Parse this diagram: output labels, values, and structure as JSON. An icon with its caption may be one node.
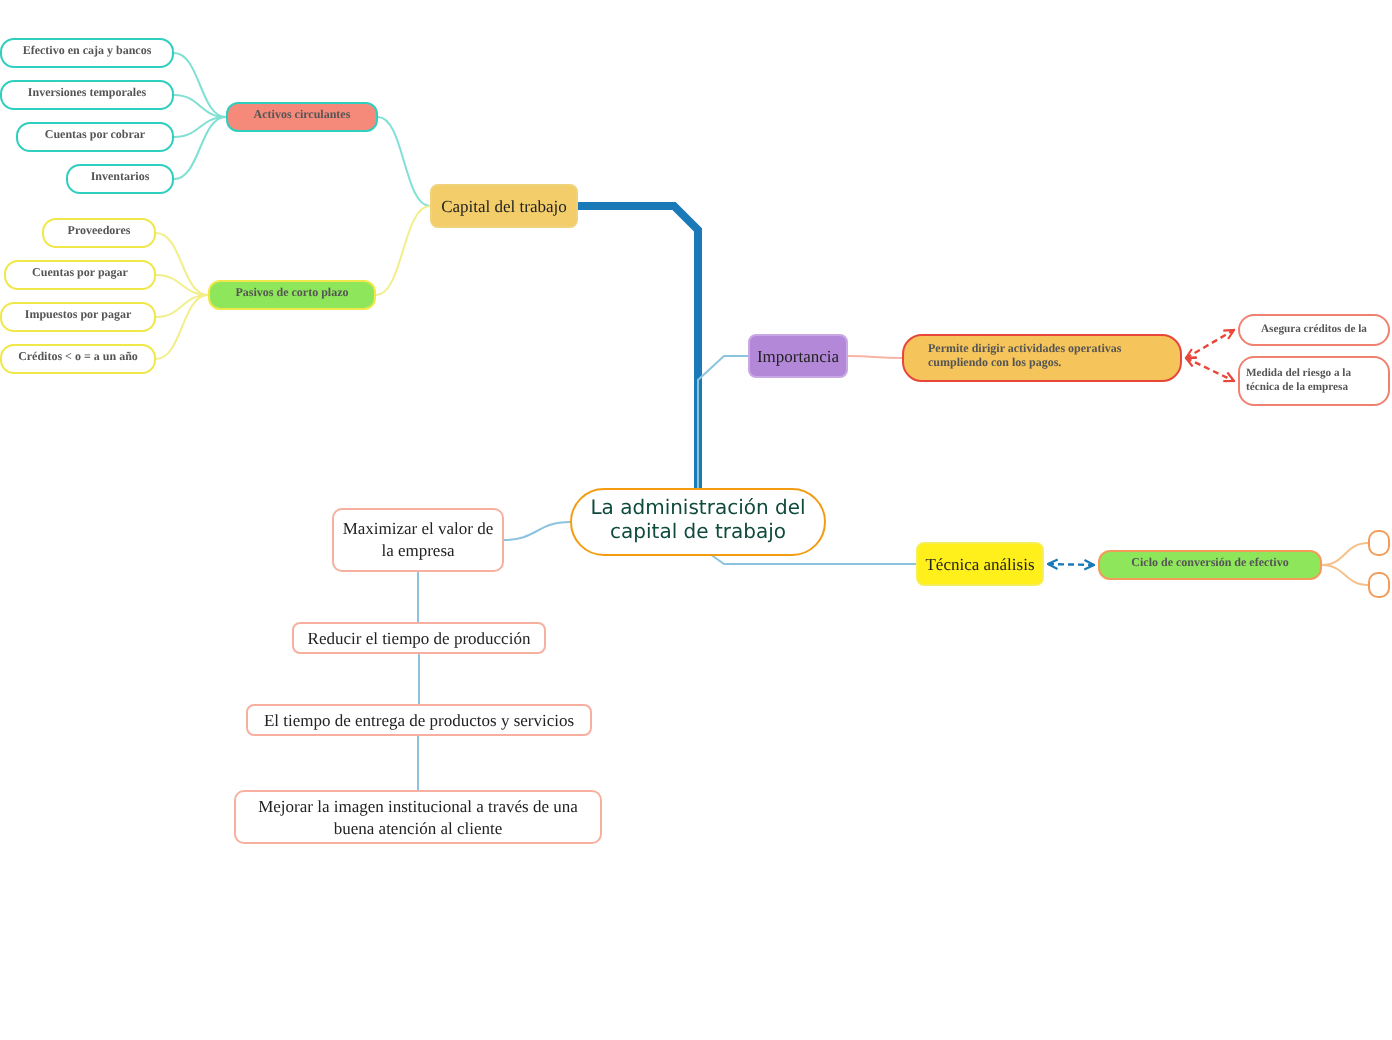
{
  "diagram": {
    "nodes": [
      {
        "text": [
          "La administración del capital de trabajo"
        ]
      },
      {
        "text": [
          "Capital del trabajo"
        ]
      },
      {
        "text": [
          "Activos circulantes"
        ]
      },
      {
        "text": [
          "Efectivo en caja y bancos"
        ]
      },
      {
        "text": [
          "Inversiones temporales"
        ]
      },
      {
        "text": [
          "Cuentas por cobrar"
        ]
      },
      {
        "text": [
          "Inventarios"
        ]
      },
      {
        "text": [
          "Pasivos de corto plazo"
        ]
      },
      {
        "text": [
          "Proveedores"
        ]
      },
      {
        "text": [
          "Cuentas por pagar"
        ]
      },
      {
        "text": [
          "Impuestos por pagar"
        ]
      },
      {
        "text": [
          "Créditos < o = a un año"
        ]
      },
      {
        "text": [
          "Importancia"
        ]
      },
      {
        "text": [
          "Permite dirigir actividades operativas cumpliendo con los pagos."
        ]
      },
      {
        "text": [
          "Asegura créditos de la"
        ]
      },
      {
        "text": [
          "Medida del riesgo a la técnica de la empresa"
        ]
      },
      {
        "text": [
          "Técnica análisis"
        ]
      },
      {
        "text": [
          "Ciclo de conversión de efectivo"
        ]
      },
      {
        "text": [],
        "shape": "box"
      },
      {
        "text": [],
        "shape": "box"
      },
      {
        "text": [
          "Maximizar el valor de la empresa"
        ]
      },
      {
        "text": [
          "Reducir el tiempo de producción"
        ]
      },
      {
        "text": [
          "El tiempo de entrega de productos y servicios"
        ]
      },
      {
        "text": [
          "Mejorar la imagen institucional a través de una buena atención al cliente"
        ]
      }
    ],
    "edges": [
      {
        "from": 0,
        "to": 1,
        "arrow": "none",
        "style": "thick",
        "color": "#1a7ab8"
      },
      {
        "from": 0,
        "to": 12,
        "arrow": "none"
      },
      {
        "from": 0,
        "to": 16,
        "arrow": "none"
      },
      {
        "from": 0,
        "to": 20,
        "arrow": "none"
      },
      {
        "from": 1,
        "to": 2,
        "arrow": "none",
        "color": "#7fe0d4"
      },
      {
        "from": 2,
        "to": 3,
        "arrow": "none",
        "color": "#7fe0d4"
      },
      {
        "from": 2,
        "to": 4,
        "arrow": "none",
        "color": "#7fe0d4"
      },
      {
        "from": 2,
        "to": 5,
        "arrow": "none",
        "color": "#7fe0d4"
      },
      {
        "from": 2,
        "to": 6,
        "arrow": "none",
        "color": "#7fe0d4"
      },
      {
        "from": 1,
        "to": 7,
        "arrow": "none",
        "color": "#f2ef8a"
      },
      {
        "from": 7,
        "to": 8,
        "arrow": "none",
        "color": "#f2ef8a"
      },
      {
        "from": 7,
        "to": 9,
        "arrow": "none",
        "color": "#f2ef8a"
      },
      {
        "from": 7,
        "to": 10,
        "arrow": "none",
        "color": "#f2ef8a"
      },
      {
        "from": 7,
        "to": 11,
        "arrow": "none",
        "color": "#f2ef8a"
      },
      {
        "from": 12,
        "to": 13,
        "arrow": "none",
        "color": "#f7b3a6"
      },
      {
        "from": 13,
        "to": 14,
        "arrow": "both",
        "style": "dashed",
        "color": "#e8463a"
      },
      {
        "from": 13,
        "to": 15,
        "arrow": "both",
        "style": "dashed",
        "color": "#e8463a"
      },
      {
        "from": 16,
        "to": 17,
        "arrow": "both",
        "style": "dashed",
        "color": "#1a7ab8"
      },
      {
        "from": 17,
        "to": 18,
        "arrow": "none",
        "color": "#f5c08a"
      },
      {
        "from": 17,
        "to": 19,
        "arrow": "none",
        "color": "#f5c08a"
      },
      {
        "from": 20,
        "to": 21,
        "arrow": "none"
      },
      {
        "from": 21,
        "to": 22,
        "arrow": "none"
      },
      {
        "from": 22,
        "to": 23,
        "arrow": "none"
      }
    ]
  }
}
